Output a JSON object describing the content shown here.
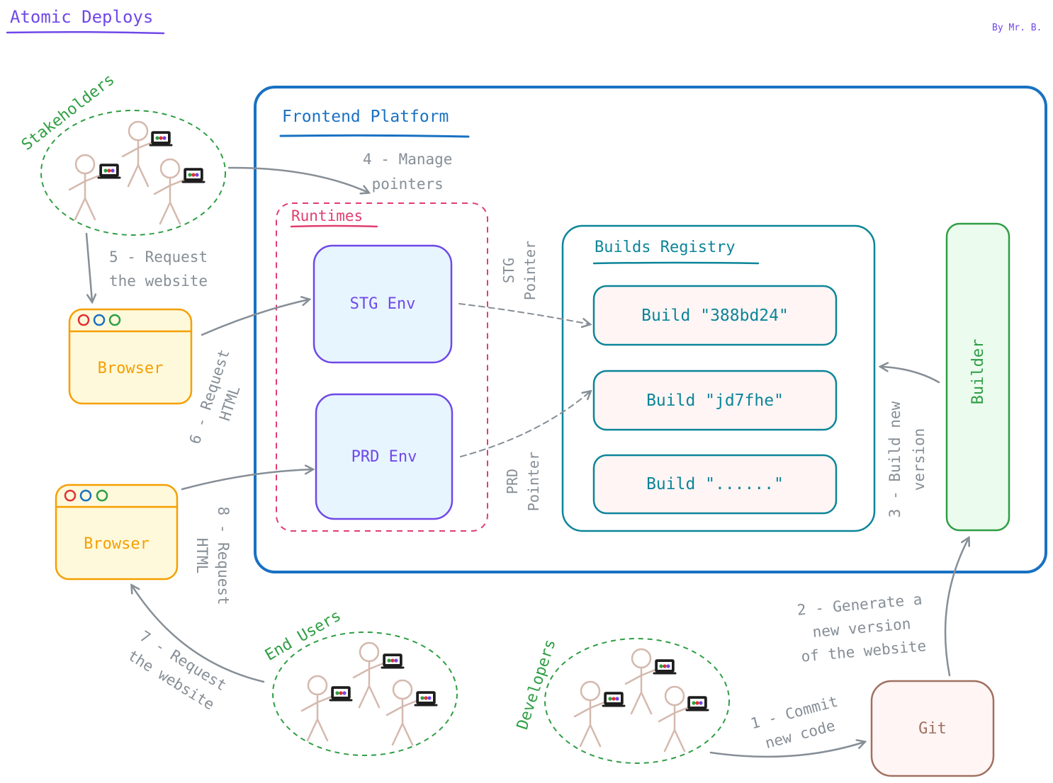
{
  "header": {
    "title": "Atomic Deploys",
    "author": "By Mr. B."
  },
  "platform": {
    "title": "Frontend Platform",
    "runtimes": {
      "title": "Runtimes",
      "stg_env": "STG Env",
      "prd_env": "PRD Env"
    },
    "registry": {
      "title": "Builds Registry",
      "builds": [
        "Build \"388bd24\"",
        "Build \"jd7fhe\"",
        "Build \"......\""
      ]
    },
    "builder": "Builder",
    "stg_pointer": [
      "STG",
      "Pointer"
    ],
    "prd_pointer": [
      "PRD",
      "Pointer"
    ]
  },
  "actors": {
    "stakeholders": "Stakeholders",
    "end_users": "End Users",
    "developers": "Developers"
  },
  "browsers": [
    "Browser",
    "Browser"
  ],
  "git": "Git",
  "steps": {
    "s1": [
      "1 - Commit",
      "new code"
    ],
    "s2": [
      "2 - Generate a",
      "new version",
      "of the website"
    ],
    "s3": [
      "3 - Build new",
      "version"
    ],
    "s4": [
      "4 - Manage",
      "pointers"
    ],
    "s5": [
      "5 - Request",
      "the website"
    ],
    "s6": [
      "6 - Request",
      "HTML"
    ],
    "s7": [
      "7 - Request",
      "the website"
    ],
    "s8": [
      "8 - Request",
      "HTML"
    ]
  },
  "colors": {
    "platform": "#1971c2",
    "runtimes": "#e03e70",
    "env_stroke": "#7048e8",
    "env_fill": "#e7f5ff",
    "registry": "#0c8599",
    "build_fill": "#fff5f5",
    "builder_stroke": "#2f9e44",
    "builder_fill": "#ebfbee",
    "browser_stroke": "#f59f00",
    "browser_fill": "#fff9db",
    "git_stroke": "#a07060",
    "git_fill": "#fff5f5",
    "actor_group": "#2f9e44",
    "arrow": "#868e96",
    "title": "#7048e8"
  }
}
